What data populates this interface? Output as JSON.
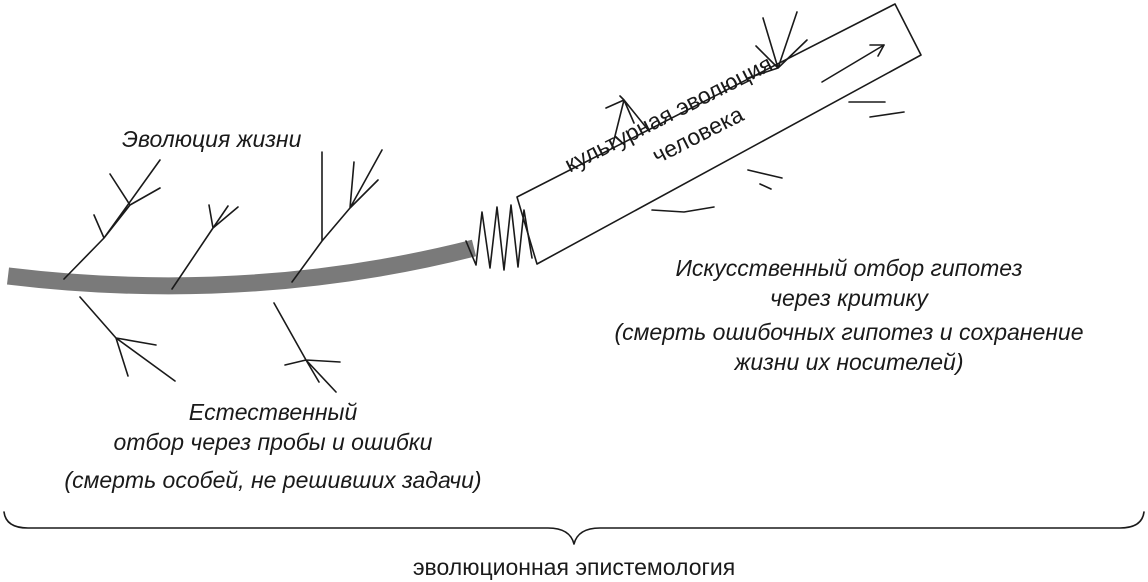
{
  "labels": {
    "life_evolution": "Эволюция жизни",
    "cultural_line1": "культурная эволюция",
    "cultural_line2": "человека",
    "natural_selection": [
      "Естественный",
      "отбор через пробы и ошибки",
      "(смерть особей, не решивших задачи)"
    ],
    "artificial_selection": [
      "Искусственный отбор гипотез",
      "через критику",
      "(смерть ошибочных гипотез и сохранение",
      "жизни их носителей)"
    ],
    "bottom_caption": "эволюционная эпистемология"
  },
  "colors": {
    "ink": "#1a1a1a",
    "stem": "#7a7a7a",
    "arrow_on_stem": "#ffffff",
    "background": "#ffffff"
  }
}
